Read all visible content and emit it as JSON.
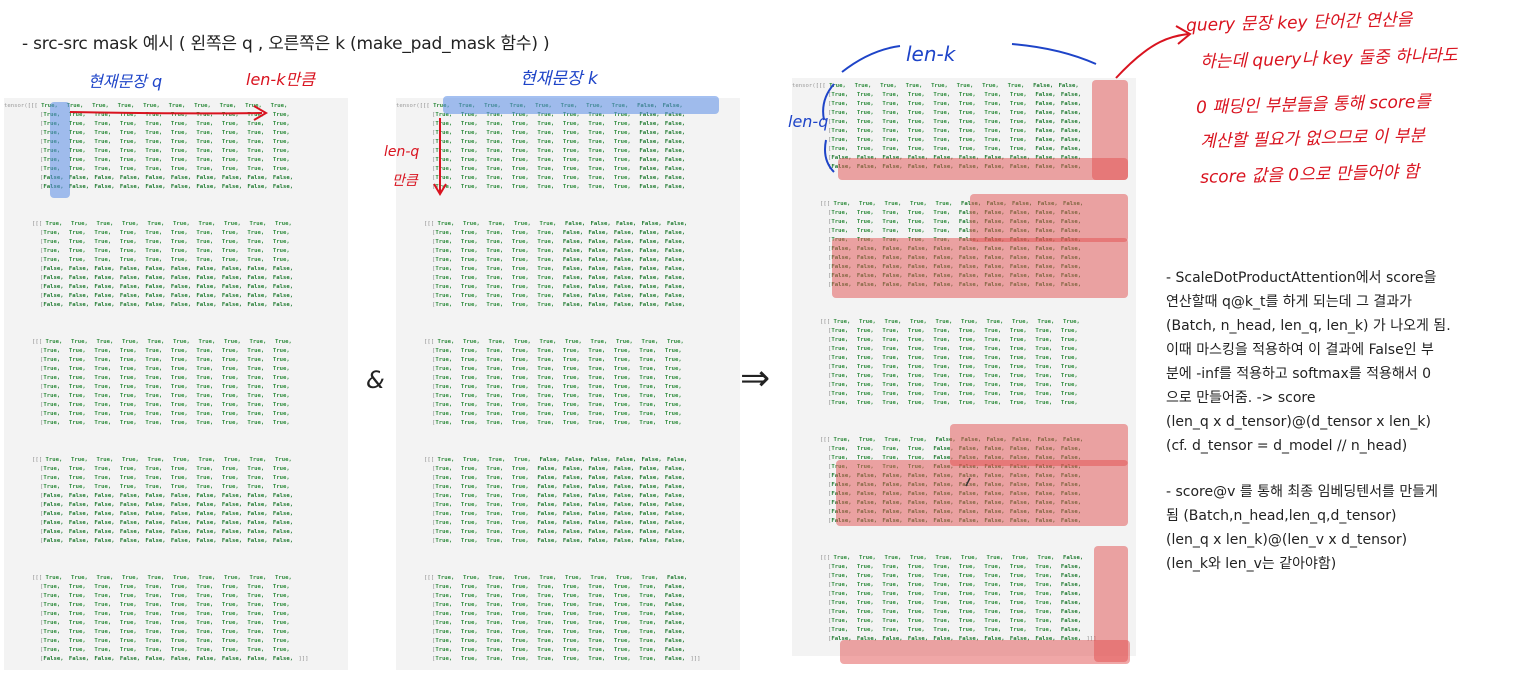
{
  "header": {
    "title": "- src-src mask 예시 ( 왼쪽은 q , 오른쪽은 k (make_pad_mask 함수) )"
  },
  "tensor": {
    "prefix": "tensor(",
    "open_block": "[[[",
    "open_row": "[",
    "true_token": "True,",
    "false_token": "False,",
    "close_block": "]]]"
  },
  "annotations": {
    "left_query_note": "현재문장 q",
    "left_len_k": "len-k만큼",
    "right_key_note": "현재문장 k",
    "right_len_q": "len-q",
    "right_len_q_2": "만큼",
    "result_len_k": "len-k",
    "result_len_q": "len-q",
    "and_symbol": "&",
    "arrow_symbol": "⇒"
  },
  "red_note": {
    "lines": [
      "query 문장 key 단어간 연산을",
      "하는데 query나 key 둘중 하나라도",
      "0 패딩인 부분들을 통해 score를",
      "계산할 필요가 없으므로 이 부분",
      "score 값을 0으로 만들어야 함"
    ]
  },
  "notes": {
    "paragraph1": [
      "- ScaleDotProductAttention에서 score을",
      "연산할때 q@k_t를 하게 되는데 그 결과가",
      "(Batch, n_head, len_q, len_k) 가 나오게 됨.",
      "이때 마스킹을 적용하여 이 결과에 False인 부",
      "분에 -inf를 적용하고 softmax를 적용해서 0",
      "으로 만들어줌. -> score",
      "(len_q x d_tensor)@(d_tensor x len_k)",
      "(cf. d_tensor = d_model // n_head)"
    ],
    "paragraph2": [
      "- score@v 를 통해 최종 임베딩텐서를 만들게",
      "됨 (Batch,n_head,len_q,d_tensor)",
      "(len_q x len_k)@(len_v x d_tensor)",
      "(len_k와 len_v는 같아야함)"
    ]
  },
  "colors": {
    "true_green": "#2e8b3c",
    "false_green": "#1f7a30",
    "blue_highlight": "#5a8ce6",
    "red_highlight": "#e15050",
    "ink_blue": "#1e44c8",
    "ink_red": "#d9131f"
  }
}
